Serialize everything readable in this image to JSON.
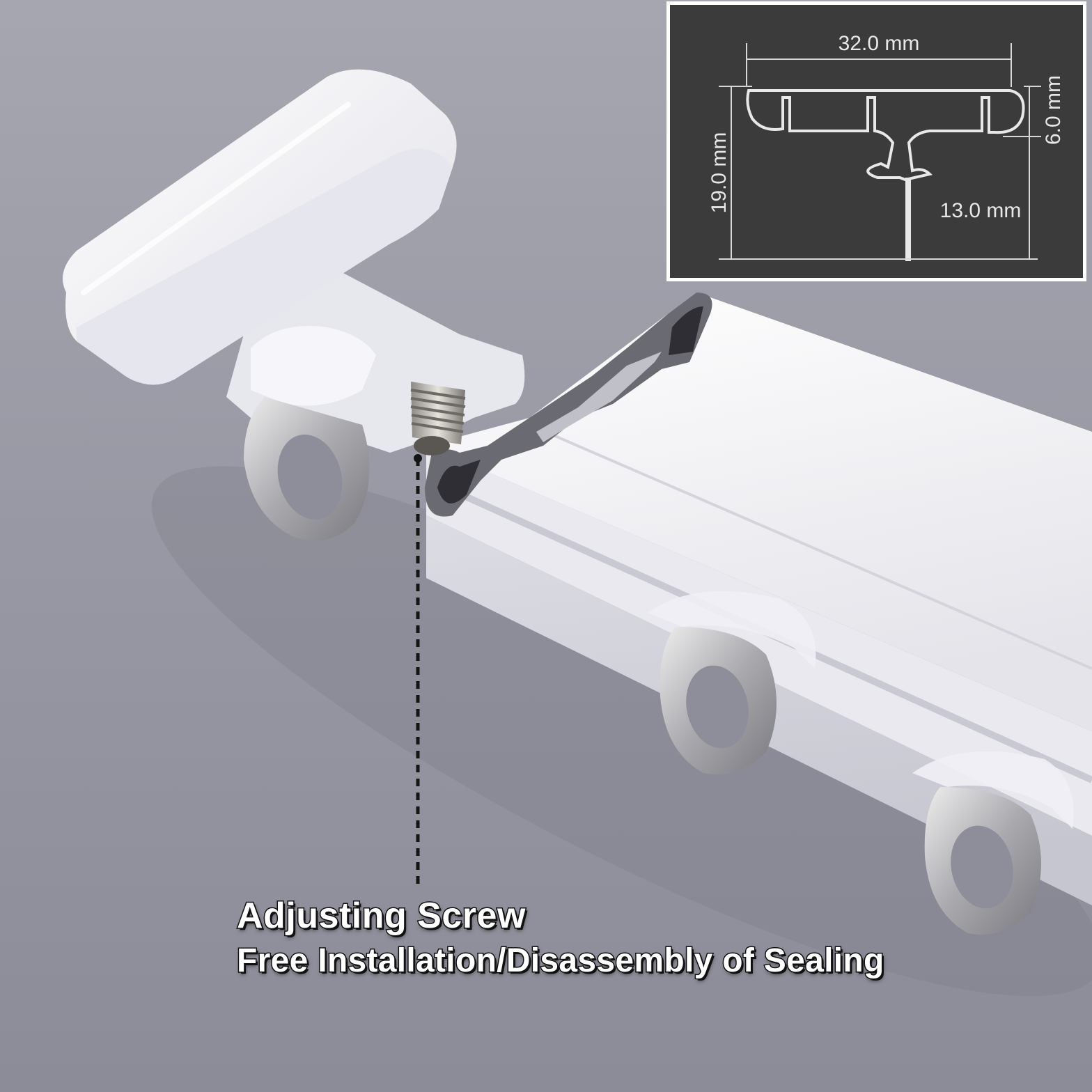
{
  "callout": {
    "title": "Adjusting Screw",
    "subtitle": "Free Installation/Disassembly of Sealing"
  },
  "dimensions": {
    "width": "32.0 mm",
    "height": "19.0 mm",
    "top_depth": "6.0 mm",
    "stem": "13.0 mm"
  },
  "colors": {
    "background": "#9a9aa6",
    "inset_background": "#3b3b3b",
    "rail": "#f2f2f6",
    "metal": "#b8b8bc"
  }
}
